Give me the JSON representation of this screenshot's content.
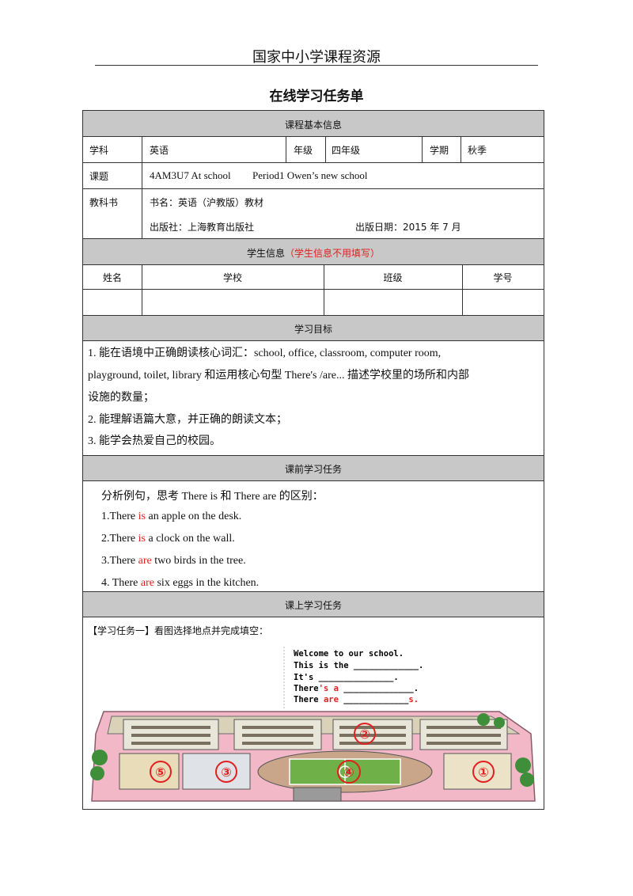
{
  "header": {
    "site": "国家中小学课程资源"
  },
  "title": "在线学习任务单",
  "course_info": {
    "heading": "课程基本信息",
    "subject_label": "学科",
    "subject": "英语",
    "grade_label": "年级",
    "grade": "四年级",
    "term_label": "学期",
    "term": "秋季",
    "topic_label": "课题",
    "topic": "4AM3U7 At school",
    "period": "Period1 Owen’s new school",
    "textbook_label": "教科书",
    "book_name": "书名：英语（沪教版）教材",
    "publisher": "出版社：上海教育出版社",
    "pub_date": "出版日期：2015 年 7 月"
  },
  "student_info": {
    "heading": "学生信息",
    "note": "（学生信息不用填写）",
    "columns": [
      "姓名",
      "学校",
      "班级",
      "学号"
    ]
  },
  "objectives": {
    "heading": "学习目标",
    "line1": "1. 能在语境中正确朗读核心词汇：school, office, classroom, computer room,",
    "line2": "playground, toilet, library  和运用核心句型 There's /are...  描述学校里的场所和内部",
    "line3": "设施的数量；",
    "line4": "2. 能理解语篇大意，并正确的朗读文本；",
    "line5": "3. 能学会热爱自己的校园。"
  },
  "pre_task": {
    "heading": "课前学习任务",
    "intro": "分析例句，思考 There is  和 There are  的区别：",
    "examples": [
      {
        "pre": "1.There ",
        "verb": "is",
        "post": " an apple on the desk."
      },
      {
        "pre": "2.There ",
        "verb": "is",
        "post": " a clock on the wall."
      },
      {
        "pre": "3.There ",
        "verb": "are",
        "post": " two birds in the tree."
      },
      {
        "pre": "4. There ",
        "verb": "are",
        "post": " six eggs in the kitchen."
      }
    ]
  },
  "in_class": {
    "heading": "课上学习任务",
    "task1": "【学习任务一】看图选择地点并完成填空：",
    "panel": {
      "welcome": "Welcome to our school.",
      "this_is": "This is the _____________.",
      "its": "It's  _______________.",
      "theres_pre": "There",
      "theres_red": "'s a",
      "theres_post": " ______________.",
      "there_are_pre": "There ",
      "there_are_red": "are",
      "there_are_post": " _____________",
      "there_are_s": "s."
    },
    "markers": [
      "①",
      "②",
      "③",
      "④",
      "⑤"
    ]
  },
  "colors": {
    "header_gray": "#c8c8c8",
    "accent_red": "#e02020"
  }
}
